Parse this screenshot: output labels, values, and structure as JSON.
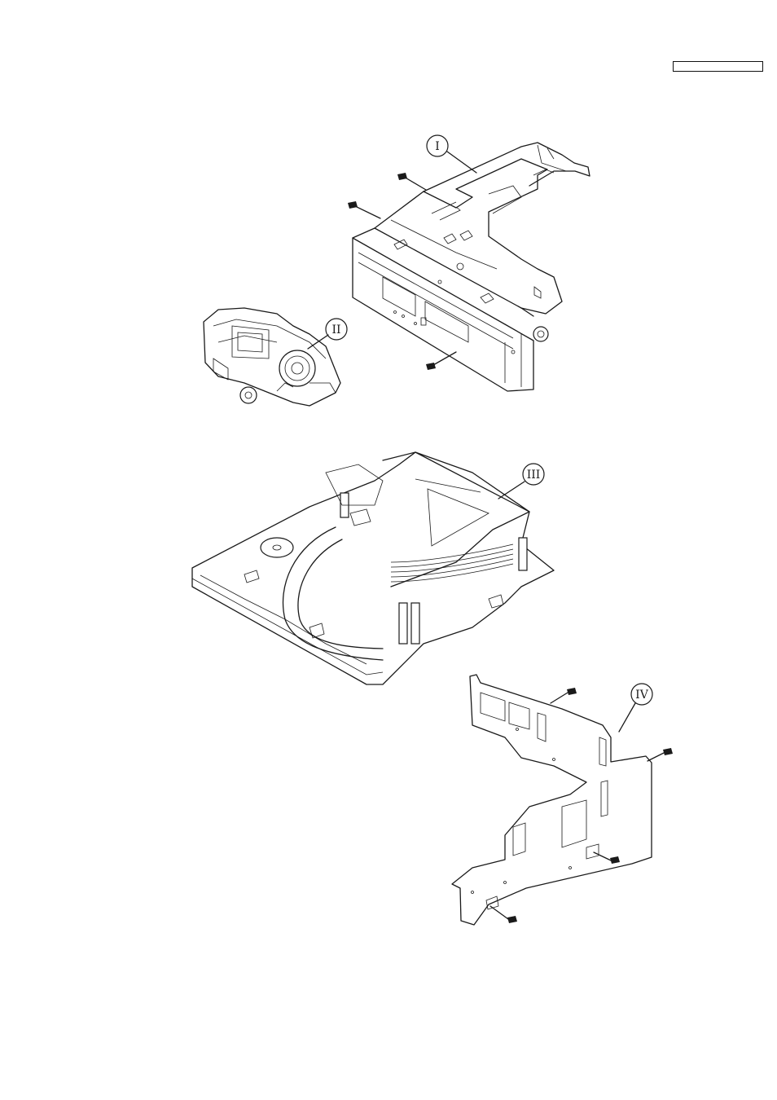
{
  "header": {
    "page_ref_box": ""
  },
  "diagram": {
    "callouts": [
      {
        "id": "I",
        "label": "I"
      },
      {
        "id": "II",
        "label": "II"
      },
      {
        "id": "III",
        "label": "III"
      },
      {
        "id": "IV",
        "label": "IV"
      }
    ]
  }
}
